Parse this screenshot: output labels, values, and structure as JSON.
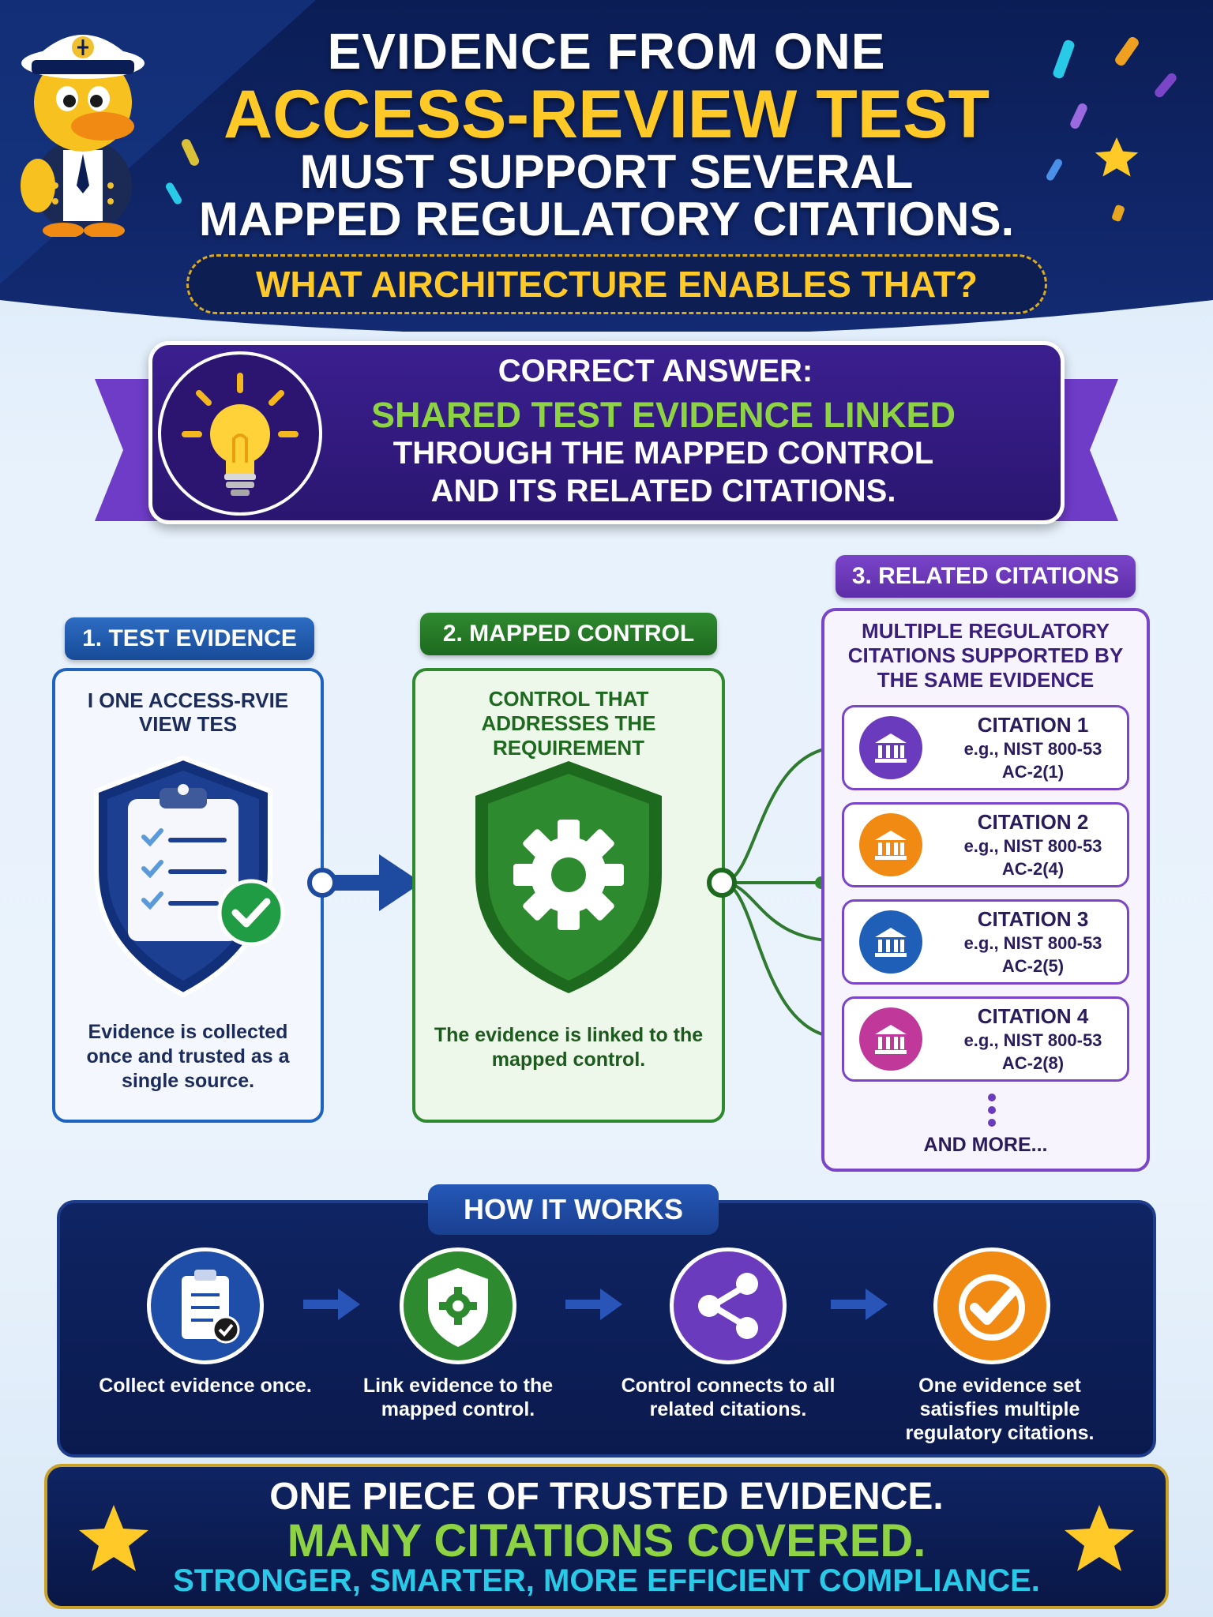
{
  "header": {
    "line1": "EVIDENCE FROM ONE",
    "line2": "ACCESS-REVIEW TEST",
    "line3": "MUST SUPPORT SEVERAL",
    "line4": "MAPPED REGULATORY CITATIONS.",
    "question": "WHAT AIRCHITECTURE ENABLES THAT?"
  },
  "answer": {
    "label": "CORRECT ANSWER:",
    "highlight": "SHARED TEST EVIDENCE LINKED",
    "line3": "THROUGH THE MAPPED CONTROL",
    "line4": "AND ITS RELATED CITATIONS."
  },
  "steps": {
    "test_evidence": {
      "tag": "1. TEST EVIDENCE",
      "title": "I ONE ACCESS-RVIE VIEW TES",
      "body": "Evidence is collected once and trusted as a single source."
    },
    "mapped_control": {
      "tag": "2. MAPPED CONTROL",
      "title": "CONTROL THAT ADDRESSES THE REQUIREMENT",
      "body": "The evidence is linked to the mapped control."
    },
    "related_citations": {
      "tag": "3. RELATED CITATIONS",
      "title": "MULTIPLE REGULATORY CITATIONS SUPPORTED BY THE SAME EVIDENCE",
      "citations": [
        {
          "name": "CITATION 1",
          "ref1": "e.g., NIST 800-53",
          "ref2": "AC-2(1)",
          "color": "#6a3bbd"
        },
        {
          "name": "CITATION 2",
          "ref1": "e.g., NIST 800-53",
          "ref2": "AC-2(4)",
          "color": "#f08a12"
        },
        {
          "name": "CITATION 3",
          "ref1": "e.g., NIST 800-53",
          "ref2": "AC-2(5)",
          "color": "#1f5fb8"
        },
        {
          "name": "CITATION 4",
          "ref1": "e.g., NIST 800-53",
          "ref2": "AC-2(8)",
          "color": "#c0399a"
        }
      ],
      "more": "AND MORE..."
    }
  },
  "how_it_works": {
    "title": "HOW IT WORKS",
    "steps": [
      {
        "text": "Collect evidence once.",
        "icon": "clipboard-check-icon",
        "color": "#1f4ea8"
      },
      {
        "text": "Link evidence to the mapped control.",
        "icon": "shield-gear-icon",
        "color": "#2e8a2e"
      },
      {
        "text": "Control connects to all related citations.",
        "icon": "share-icon",
        "color": "#6a3bbd"
      },
      {
        "text": "One evidence set satisfies multiple regulatory citations.",
        "icon": "checkmark-icon",
        "color": "#f08a12"
      }
    ]
  },
  "footer": {
    "line1": "ONE PIECE OF TRUSTED EVIDENCE.",
    "line2": "MANY CITATIONS COVERED.",
    "line3": "STRONGER, SMARTER, MORE EFFICIENT COMPLIANCE."
  },
  "colors": {
    "navy": "#0d1e52",
    "gold": "#ffc928",
    "green": "#2f8a2f",
    "purple": "#7b45c8",
    "blue": "#1e63c0",
    "lime": "#8ed344",
    "cyan": "#29c9e8"
  }
}
